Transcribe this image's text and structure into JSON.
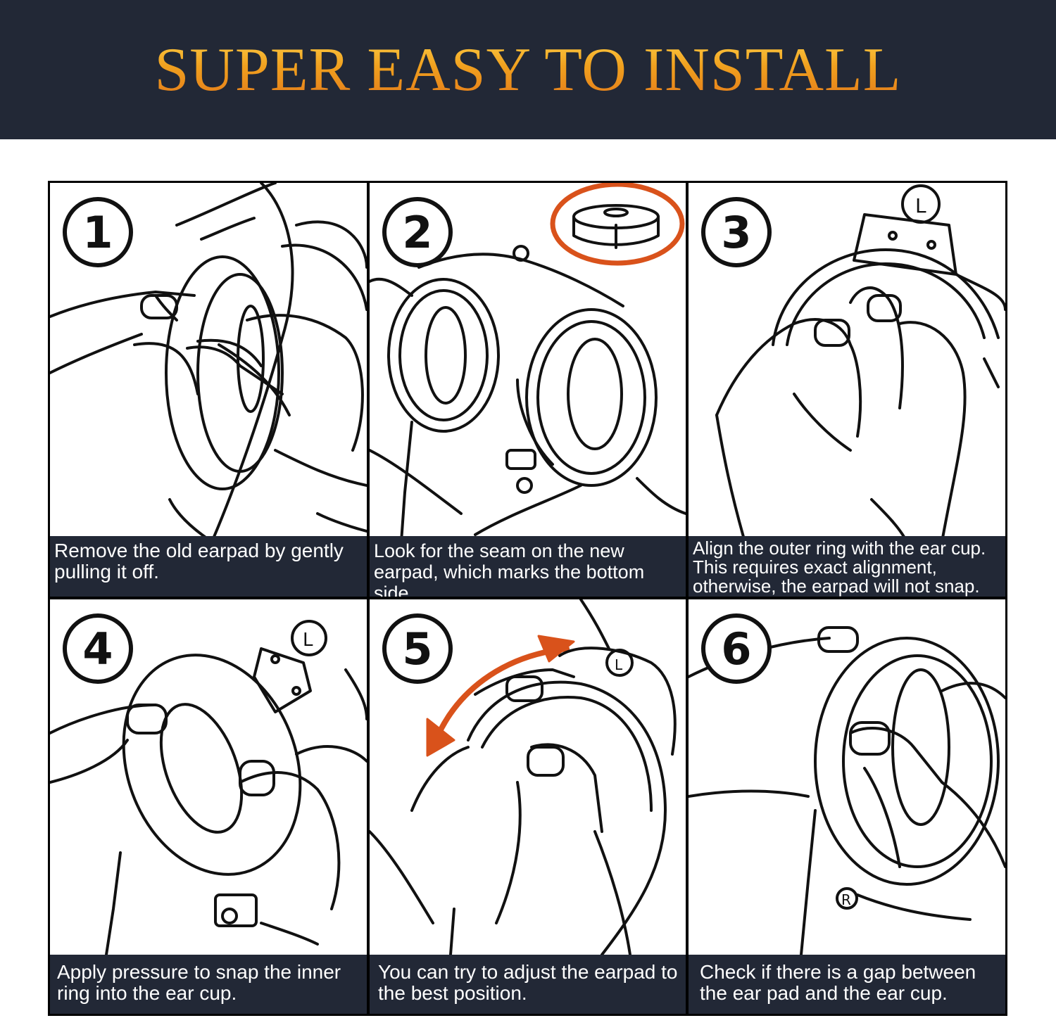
{
  "header": {
    "title": "SUPER EASY TO INSTALL",
    "bg_color": "#222836",
    "title_color": "#f0a01e"
  },
  "steps": [
    {
      "number": "1",
      "caption": "Remove the old earpad by gently pulling it off."
    },
    {
      "number": "2",
      "caption": "Look for the seam on the new earpad, which marks the bottom side."
    },
    {
      "number": "3",
      "caption": "Align the outer ring with the ear cup. This requires exact alignment, otherwise, the earpad will not snap."
    },
    {
      "number": "4",
      "caption": "Apply pressure to snap the inner ring into the ear cup."
    },
    {
      "number": "5",
      "caption": "You can try to adjust the earpad to the best position."
    },
    {
      "number": "6",
      "caption": "Check if there is a gap between the ear pad and the ear cup."
    }
  ],
  "accent_color": "#d9521b",
  "icons": {
    "cup_left": "L",
    "cup_right": "R"
  }
}
